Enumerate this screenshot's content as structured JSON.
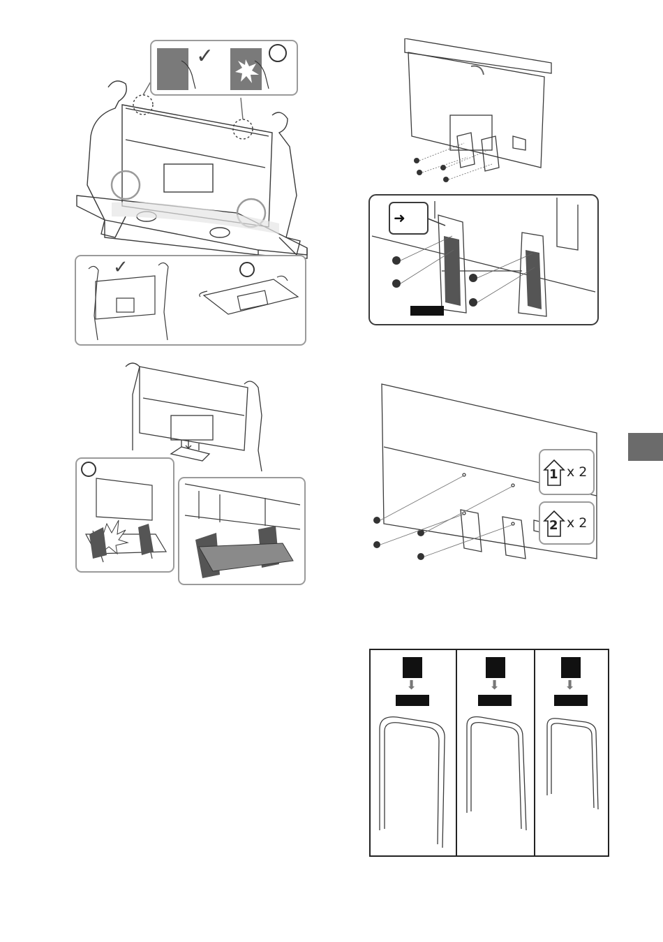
{
  "callouts": {
    "step1_quantity": "x 2",
    "step2_quantity": "x 2",
    "step1_number": "1",
    "step2_number": "2"
  },
  "icons": {
    "ok": "checkmark-icon",
    "prohibited": "prohibited-icon",
    "arrow": "arrow-right-icon",
    "down": "arrow-down-icon"
  },
  "colors": {
    "line": "#3a3a3a",
    "callout_border": "#9a9a9a",
    "screen_dark": "#7a7a7a",
    "label_box": "#111111",
    "tab": "#6b6b6b"
  }
}
